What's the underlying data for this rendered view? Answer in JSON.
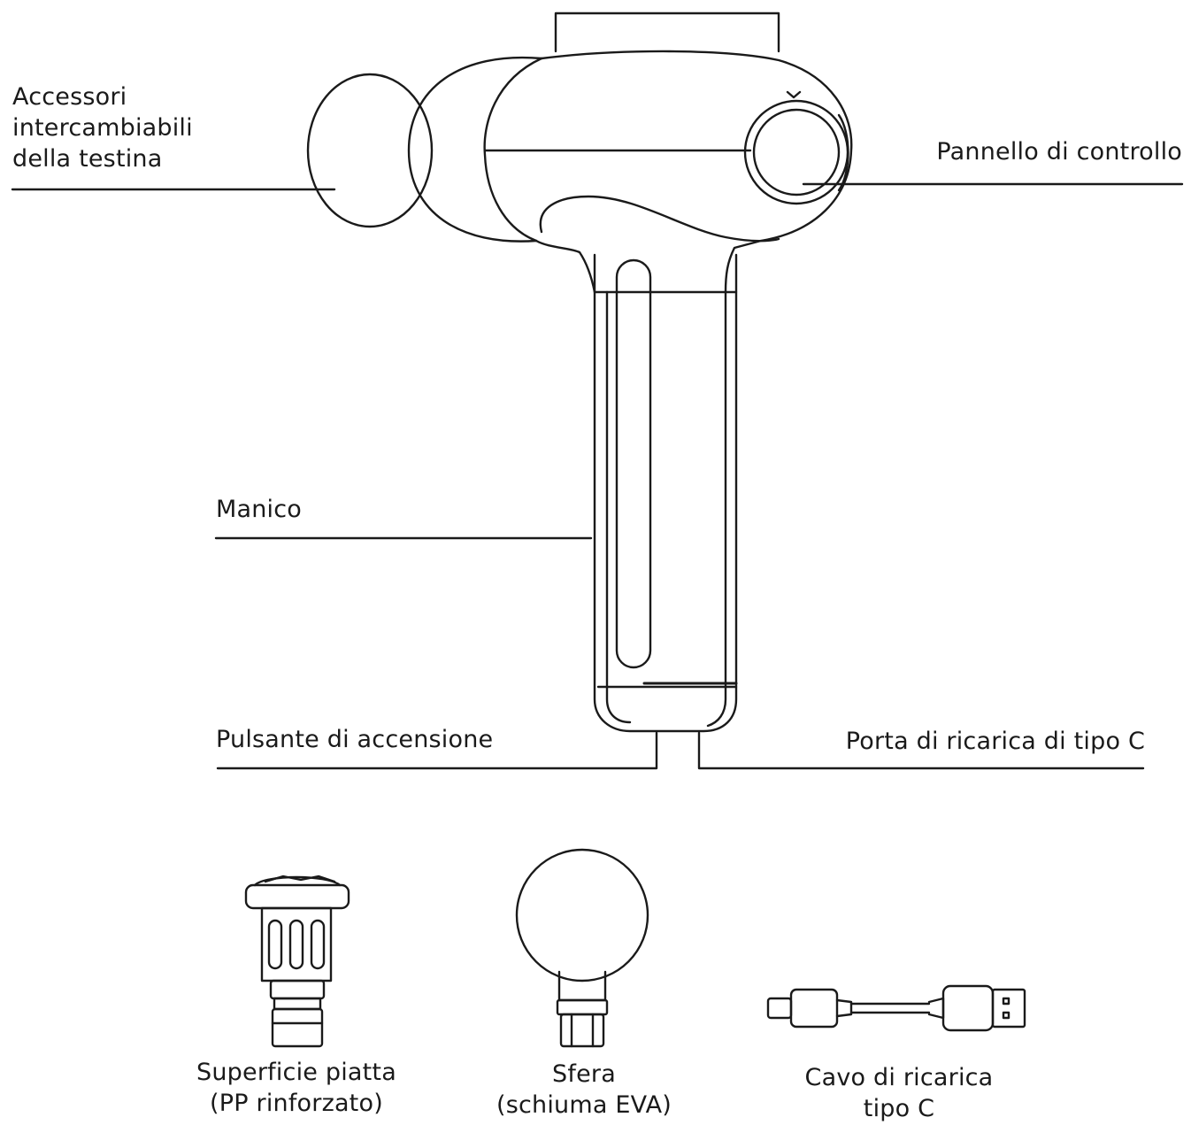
{
  "labels": {
    "head_accessories": [
      "Accessori",
      "intercambiabili",
      "della testina"
    ],
    "control_panel": "Pannello di controllo",
    "handle": "Manico",
    "power_button": "Pulsante di accensione",
    "charging_port": "Porta di ricarica di tipo C"
  },
  "accessories": [
    {
      "name": [
        "Superficie piatta",
        "(PP rinforzato)"
      ],
      "icon": "flat-head-icon"
    },
    {
      "name": [
        "Sfera",
        "(schiuma EVA)"
      ],
      "icon": "ball-head-icon"
    },
    {
      "name": [
        "Cavo di ricarica",
        "tipo C"
      ],
      "icon": "usb-c-cable-icon"
    }
  ],
  "colors": {
    "line": "#1a1a1a",
    "background": "#ffffff"
  }
}
